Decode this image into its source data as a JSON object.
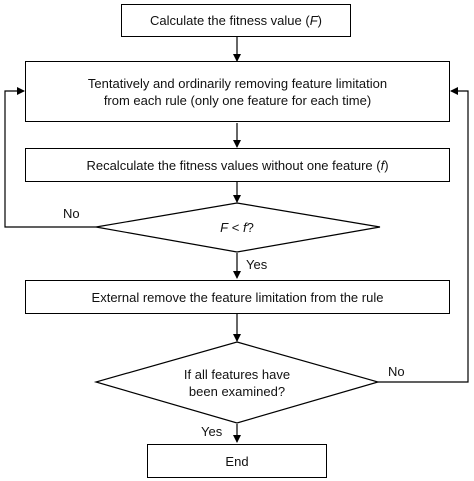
{
  "steps": {
    "calc_fitness": {
      "text": "Calculate the fitness value (",
      "var": "F",
      "close": ")"
    },
    "tentative_remove": {
      "line1": "Tentatively and ordinarily removing feature limitation",
      "line2": "from each rule (only one feature for each time)"
    },
    "recalc": {
      "text": "Recalculate the fitness values without one feature (",
      "var": "f",
      "close": ")"
    },
    "external_remove": {
      "text": "External remove the feature limitation from the rule"
    },
    "end": {
      "text": "End"
    }
  },
  "decisions": {
    "compare": {
      "var1": "F",
      "op": " < ",
      "var2": "f",
      "suffix": "?"
    },
    "all_examined": {
      "line1": "If all features have",
      "line2": "been examined?"
    }
  },
  "edge_labels": {
    "compare_no": "No",
    "compare_yes": "Yes",
    "examined_no": "No",
    "examined_yes": "Yes"
  }
}
